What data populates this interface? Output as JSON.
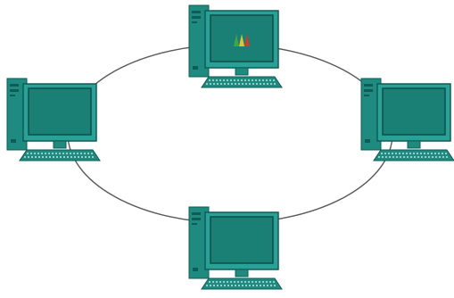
{
  "diagram": {
    "topology": "ring",
    "connector_color": "#5a5a5a",
    "nodes": [
      {
        "name": "computer-top",
        "icon": "desktop-computer-icon",
        "screen_content": "logo-icon"
      },
      {
        "name": "computer-left",
        "icon": "desktop-computer-icon"
      },
      {
        "name": "computer-right",
        "icon": "desktop-computer-icon"
      },
      {
        "name": "computer-bottom",
        "icon": "desktop-computer-icon"
      }
    ]
  },
  "colors": {
    "teal": "#1f8a80",
    "teal_dark": "#0f5c55",
    "teal_light": "#2aa197",
    "screen": "#1a7f75",
    "screen_border": "#0e4f49",
    "logo_red": "#d23a2a",
    "logo_yellow": "#e8c230",
    "logo_green": "#3aa845"
  }
}
